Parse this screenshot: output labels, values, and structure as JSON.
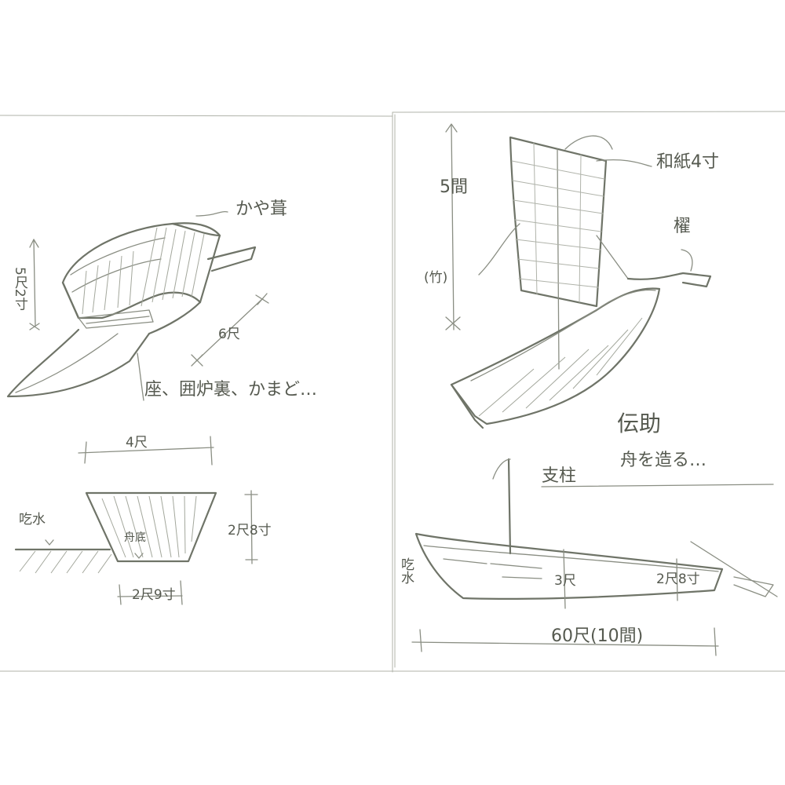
{
  "sketchbook": {
    "left_page": {
      "roof_label": "かや葺",
      "height_label": "5尺2寸",
      "width_label": "6尺",
      "interior_label": "座、囲炉裏、かまど…",
      "section_width_label": "4尺",
      "waterline_label": "吃水",
      "bottom_label": "舟底",
      "depth_label": "2尺8寸",
      "bottom_width_label": "2尺9寸"
    },
    "right_page": {
      "mast_height_label": "5間",
      "mast_material_label": "(竹)",
      "sail_label": "和紙4寸",
      "oar_label": "櫂",
      "title_label": "伝助",
      "subtitle_label": "舟を造る…",
      "mast_label": "支柱",
      "draft_label": "吃水",
      "mid_depth_label": "3尺",
      "stern_depth_label": "2尺8寸",
      "length_label": "60尺(10間)"
    }
  }
}
